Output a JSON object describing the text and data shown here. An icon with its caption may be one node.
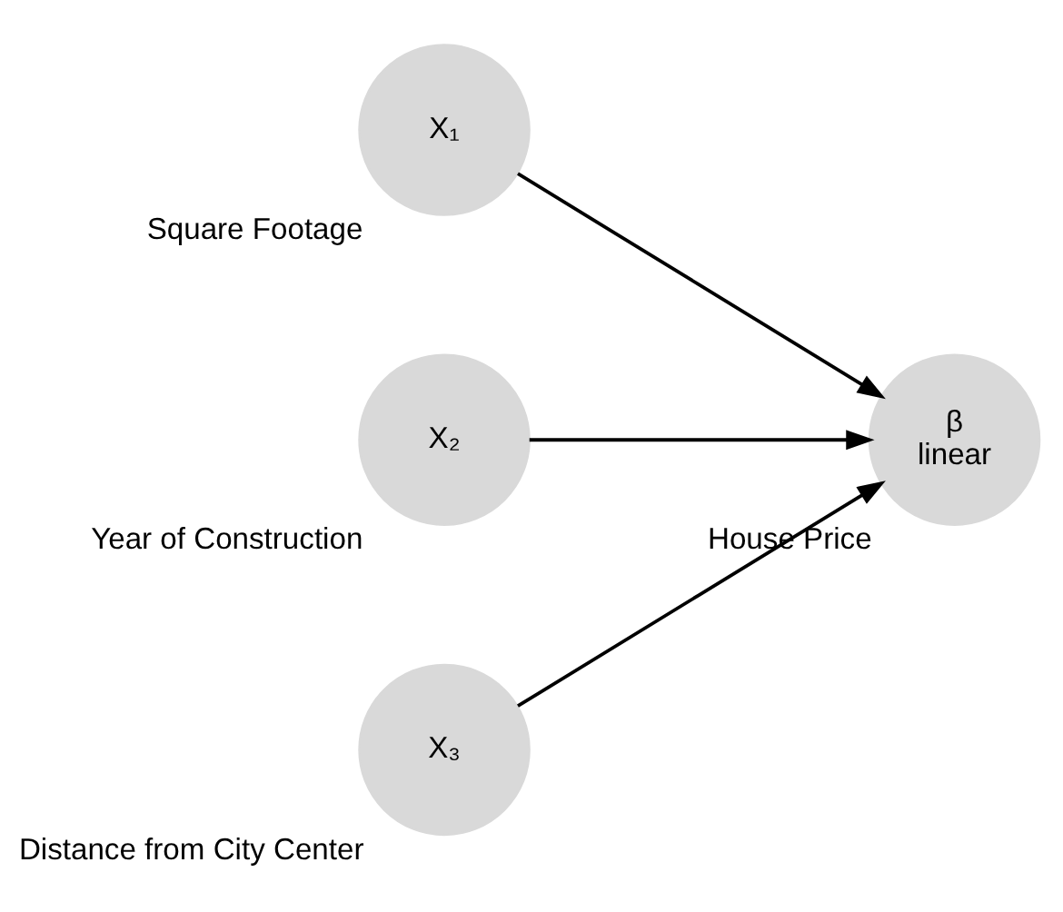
{
  "diagram": {
    "nodes": [
      {
        "text": [
          "X₁"
        ],
        "beside": [
          "Square Footage"
        ]
      },
      {
        "text": [
          "X₂"
        ],
        "beside": [
          "Year of Construction"
        ]
      },
      {
        "text": [
          "X₃"
        ],
        "beside": [
          "Distance from City Center"
        ]
      },
      {
        "text": [
          "β",
          "linear"
        ],
        "beside": [
          "House Price"
        ]
      }
    ],
    "edges": [
      {
        "from": 0,
        "to": 3,
        "arrow": "to"
      },
      {
        "from": 1,
        "to": 3,
        "arrow": "to"
      },
      {
        "from": 2,
        "to": 3,
        "arrow": "to"
      }
    ]
  }
}
